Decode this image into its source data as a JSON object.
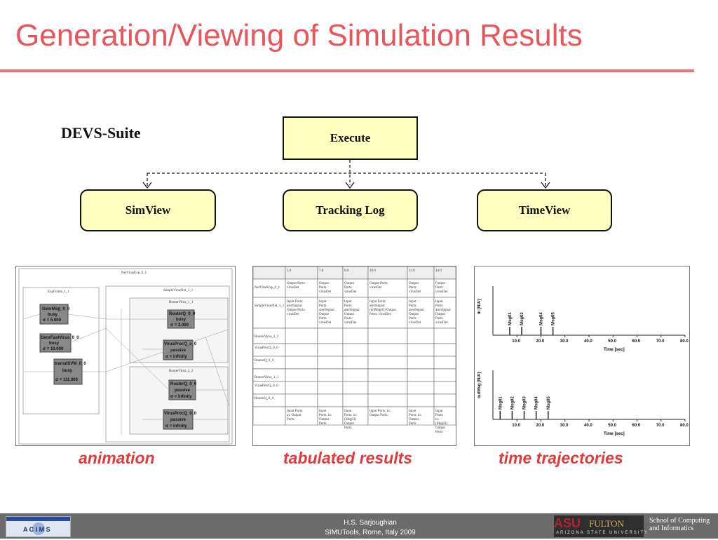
{
  "slide": {
    "title": "Generation/Viewing of Simulation Results",
    "suite_label": "DEVS-Suite"
  },
  "diagram": {
    "execute": "Execute",
    "simview": "SimView",
    "tracking_log": "Tracking Log",
    "timeview": "TimeView"
  },
  "captions": {
    "animation": "animation",
    "tabulated": "tabulated results",
    "trajectories": "time trajectories"
  },
  "animation": {
    "top_model": "NetVirusExp_0_1",
    "exp_frame": "ExpFrame_1_1",
    "simple_net": "SimpleVirusNet_1_1",
    "router_top": "RouterVirus_1_1",
    "router_bottom": "RouterVirus_2_2",
    "genr_name": "GenrMsg_0_0",
    "genr_state": "busy",
    "genr_sigma": "σ = 5.000",
    "genfast_name": "GenrFastVirus_0_0",
    "genfast_state": "busy",
    "genfast_sigma": "σ = 10.000",
    "transd_name": "transdSVM_0_0",
    "transd_state": "busy",
    "transd_sigma": "σ = 111.000",
    "rq1_name": "RouterQ_0_0",
    "rq1_state": "busy",
    "rq1_sigma": "σ = 2.000",
    "vp1_name": "VirusProcQ_0_0",
    "vp1_state": "passive",
    "vp1_sigma": "σ = infinity",
    "rq2_name": "RouterQ_0_0",
    "rq2_state": "passive",
    "rq2_sigma": "σ = infinity",
    "vp2_name": "VirusProcQ_0_0",
    "vp2_state": "passive",
    "vp2_sigma": "σ = infinity"
  },
  "table": {
    "headers": [
      "",
      "5.0",
      "7.0",
      "9.0",
      "10.0",
      "12.0",
      "14.0"
    ],
    "rows": [
      [
        "NetVirusExp_0_1",
        "Output Ports: virusDet",
        "Output Ports: virusDet",
        "Output Ports: virusDet",
        "Output Ports: virusDet",
        "Output Ports: virusDet",
        "Output Ports: virusDet"
      ],
      [
        "SimpleVirusNet_1_1",
        "Input Ports: alertSignal Output Ports: virusDet",
        "Input Ports: alertSignal Output Ports: virusDet",
        "Input Ports: alertSignal Output Ports: virusDet",
        "Input Ports: alertSignal (infMsg03) Output Ports: virusDet",
        "Input Ports: alertSignal Output Ports: virusDet",
        "Input Ports: alertSignal Output Ports: virusDet"
      ],
      [
        "RouterVirus_2_2",
        "",
        "",
        "",
        "",
        "",
        ""
      ],
      [
        "VirusProcQ_0_0",
        "",
        "",
        "",
        "",
        "",
        ""
      ],
      [
        "RouterQ_0_0",
        "",
        "",
        "",
        "",
        "",
        ""
      ],
      [
        "RouterVirus_1_1",
        "",
        "",
        "",
        "",
        "",
        ""
      ],
      [
        "VirusProcQ_0_0",
        "",
        "",
        "",
        "",
        "",
        ""
      ],
      [
        "RouterQ_0_0",
        "",
        "",
        "",
        "",
        "",
        ""
      ],
      [
        "",
        "Input Ports: in: Output Ports:",
        "Input Ports: in: Output Ports:",
        "Input Ports: in: (Msg01) Output Ports:",
        "Input Ports: in: Output Ports:",
        "Input Ports: in: Output Ports:",
        "Input Ports: in: (Msg02) Output Ports:"
      ]
    ]
  },
  "chart_data": [
    {
      "type": "scatter",
      "ylabel": "in  [N/A]",
      "xlabel": "Time [sec]",
      "xlim": [
        0,
        80
      ],
      "ticks": [
        "10.0",
        "20.0",
        "30.0",
        "40.0",
        "50.0",
        "60.0",
        "70.0",
        "80.0"
      ],
      "events": [
        {
          "x": 7,
          "label": "Msg01"
        },
        {
          "x": 12,
          "label": "Msg02"
        },
        {
          "x": 20,
          "label": "Msg04"
        },
        {
          "x": 25,
          "label": "Msg05"
        }
      ]
    },
    {
      "type": "scatter",
      "ylabel": "outMsg  [N/A]",
      "xlabel": "Time [sec]",
      "xlim": [
        0,
        80
      ],
      "ticks": [
        "10.0",
        "20.0",
        "30.0",
        "40.0",
        "50.0",
        "60.0",
        "70.0",
        "80.0"
      ],
      "events": [
        {
          "x": 3,
          "label": "Msg01"
        },
        {
          "x": 8,
          "label": "Msg02"
        },
        {
          "x": 13,
          "label": "Msg03"
        },
        {
          "x": 18,
          "label": "Msg04"
        },
        {
          "x": 23,
          "label": "Msg05"
        }
      ]
    }
  ],
  "footer": {
    "author": "H.S. Sarjoughian",
    "venue": "SIMUTools, Rome, Italy 2009",
    "acims_logo": "A C I M S",
    "asu_logo": "ASU",
    "fulton_logo": "FULTON",
    "asu_name": "ARIZONA STATE UNIVERSITY",
    "school_line1": "School of Computing",
    "school_line2": "and Informatics"
  }
}
